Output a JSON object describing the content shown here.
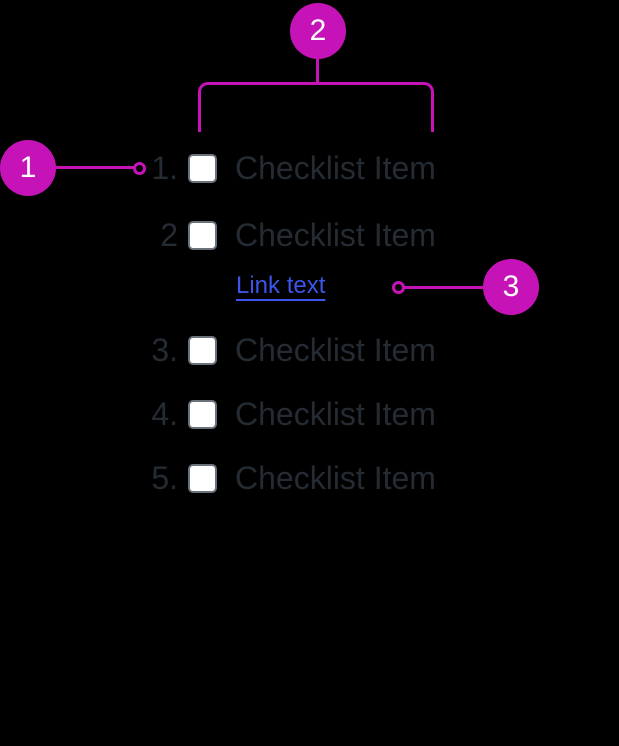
{
  "figure": {
    "background_color": "#000000",
    "accent_color": "#C613B8"
  },
  "checklist": {
    "text_color": "#252B33",
    "items": [
      {
        "marker": "1.",
        "label": "Checklist Item",
        "checked": false
      },
      {
        "marker": "2",
        "label": "Checklist Item",
        "checked": false
      },
      {
        "marker": "3.",
        "label": "Checklist Item",
        "checked": false
      },
      {
        "marker": "4.",
        "label": "Checklist Item",
        "checked": false
      },
      {
        "marker": "5.",
        "label": "Checklist Item",
        "checked": false
      }
    ],
    "link": {
      "label": "Link text",
      "color": "#3B55E8"
    },
    "checkbox": {
      "fill": "#FFFFFF",
      "border_color": "#6A737B"
    }
  },
  "annotations": {
    "badge_color": "#C613B8",
    "badge_text_color": "#FFFFFF",
    "item_number_callout": {
      "number": "1"
    },
    "group_callout": {
      "number": "2"
    },
    "link_callout": {
      "number": "3"
    }
  }
}
